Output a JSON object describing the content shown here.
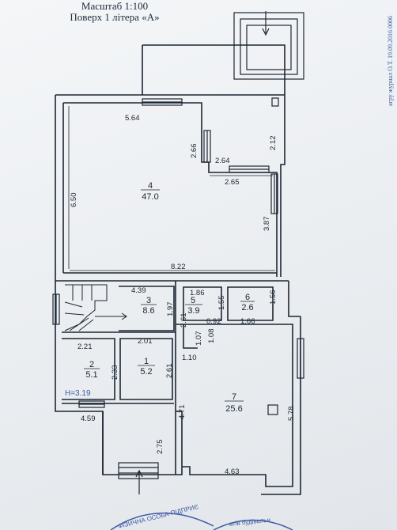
{
  "header": {
    "scale": "Масштаб 1:100",
    "floor": "Поверх 1 літера «А»"
  },
  "stamp_side_text": "агру журнал О.Т. 19.09.2016 0006",
  "stamp_bottom_left": "ФІЗИЧНА ОСОБА-ПІДПРИЄ",
  "stamp_bottom_right": "атів будівельн",
  "height_note": "Н=3.19",
  "rooms": [
    {
      "number": "4",
      "area": "47.0"
    },
    {
      "number": "3",
      "area": "8.6"
    },
    {
      "number": "5",
      "area": "3.9"
    },
    {
      "number": "6",
      "area": "2.6"
    },
    {
      "number": "1",
      "area": "5.2"
    },
    {
      "number": "2",
      "area": "5.1"
    },
    {
      "number": "7",
      "area": "25.6"
    }
  ],
  "dimensions": {
    "d564": "5.64",
    "d266": "2.66",
    "d212": "2.12",
    "d264": "2.64",
    "d265": "2.65",
    "d650": "6.50",
    "d387": "3.87",
    "d822": "8.22",
    "d439": "4.39",
    "d197": "1.97",
    "d186": "1.86",
    "d155": "1.55",
    "d156": "1.56",
    "d261a": "2.61",
    "d092": "0.92",
    "d166": "1.66",
    "d107": "1.07",
    "d108": "1.08",
    "d221": "2.21",
    "d201": "2.01",
    "d233": "2.33",
    "d261b": "2.61",
    "d110": "1.10",
    "d471": "4.71",
    "d578": "5.78",
    "d459": "4.59",
    "d275": "2.75",
    "d463": "4.63"
  },
  "colors": {
    "ink": "#1c2632",
    "stamp": "#3f5aa4",
    "paper": "#eef1f4"
  }
}
